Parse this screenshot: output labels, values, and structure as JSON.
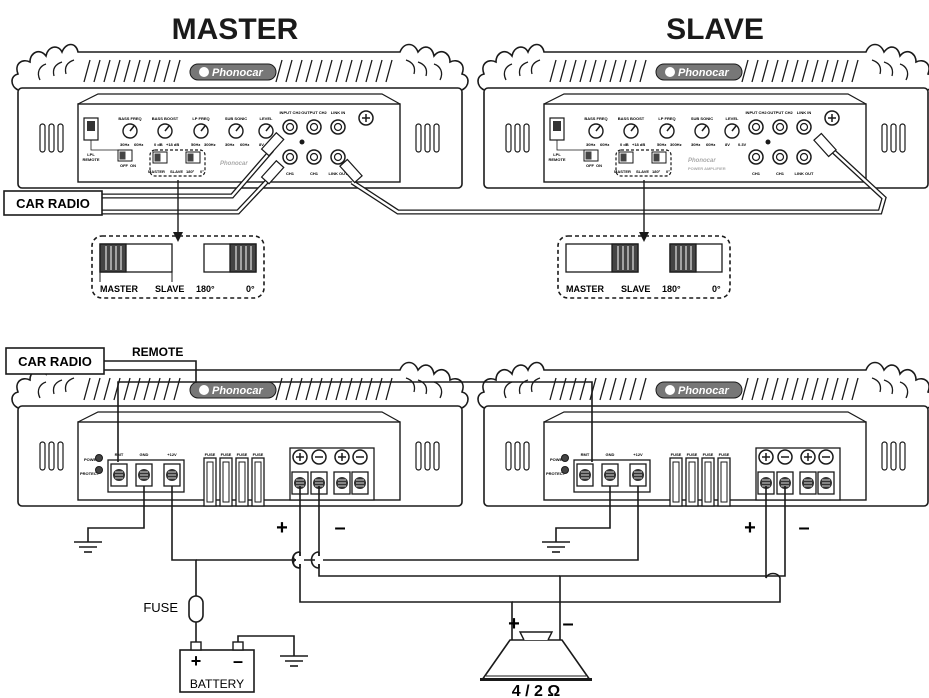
{
  "titles": {
    "master": "MASTER",
    "slave": "SLAVE"
  },
  "brand": "Phonocar",
  "amp_sub": "POWER AMPLIFIER",
  "panel": {
    "bass_freq": "BASS FREQ",
    "bass_boost": "BASS BOOST",
    "lp_freq": "LP FREQ",
    "sub_sonic": "SUB SONIC",
    "level": "LEVEL",
    "input_ch2": "INPUT CH2",
    "output_ch2": "OUTPUT CH2",
    "link_in": "LINK IN",
    "ch1": "CH1",
    "link_out": "LINK OUT",
    "lpl": "LPL",
    "remote": "REMOTE",
    "off": "OFF",
    "on": "ON",
    "master": "MASTER",
    "slave": "SLAVE",
    "deg180": "180°",
    "deg0": "0°",
    "hz30": "30Hz",
    "hz60": "60Hz",
    "db0": "0 dB",
    "db18": "+18 dB",
    "hz300": "300Hz",
    "hz50": "50Hz",
    "v8": "8V",
    "v03": "0.3V"
  },
  "power_panel": {
    "power": "POWER",
    "protect": "PROTECT",
    "rmt": "RMT",
    "gnd": "GND",
    "v12": "+12V",
    "fuse": "FUSE"
  },
  "labels": {
    "car_radio": "CAR RADIO",
    "remote": "REMOTE",
    "fuse": "FUSE",
    "battery": "BATTERY",
    "plus": "+",
    "minus": "–",
    "impedance": "4 / 2 Ω"
  },
  "switch_detail": {
    "master": "MASTER",
    "slave": "SLAVE",
    "deg180": "180°",
    "deg0": "0°"
  }
}
